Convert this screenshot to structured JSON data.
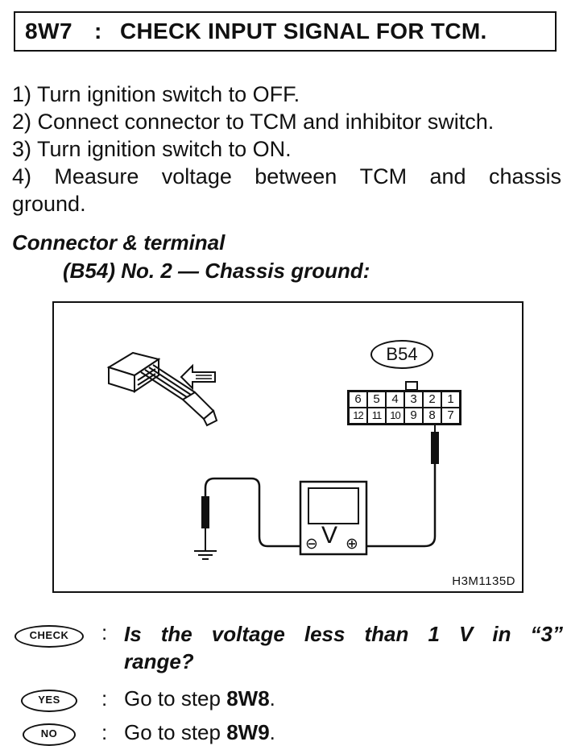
{
  "header": {
    "step_id": "8W7",
    "colon": ":",
    "title": "CHECK INPUT SIGNAL FOR TCM."
  },
  "steps": [
    "1) Turn ignition switch to OFF.",
    "2) Connect connector to TCM and inhibitor switch.",
    "3) Turn ignition switch to ON.",
    "4) Measure voltage between TCM and chassis",
    "ground."
  ],
  "subheading": {
    "line1": "Connector & terminal",
    "line2": "(B54) No. 2 — Chassis ground:"
  },
  "figure": {
    "connector_label": "B54",
    "pins_row1": [
      "6",
      "5",
      "4",
      "3",
      "2",
      "1"
    ],
    "pins_row2": [
      "12",
      "11",
      "10",
      "9",
      "8",
      "7"
    ],
    "meter_symbol": "V",
    "minus": "⊖",
    "plus": "⊕",
    "figure_code": "H3M1135D"
  },
  "check": {
    "badge": "CHECK",
    "colon": ":",
    "question_line1": [
      "Is",
      "the",
      "voltage",
      "less",
      "than",
      "1",
      "V",
      "in",
      "“3”"
    ],
    "question_line2": "range?"
  },
  "yes": {
    "badge": "YES",
    "colon": ":",
    "text": "Go to step ",
    "target": "8W8",
    "period": "."
  },
  "no": {
    "badge": "NO",
    "colon": ":",
    "text": "Go to step ",
    "target": "8W9",
    "period": "."
  }
}
